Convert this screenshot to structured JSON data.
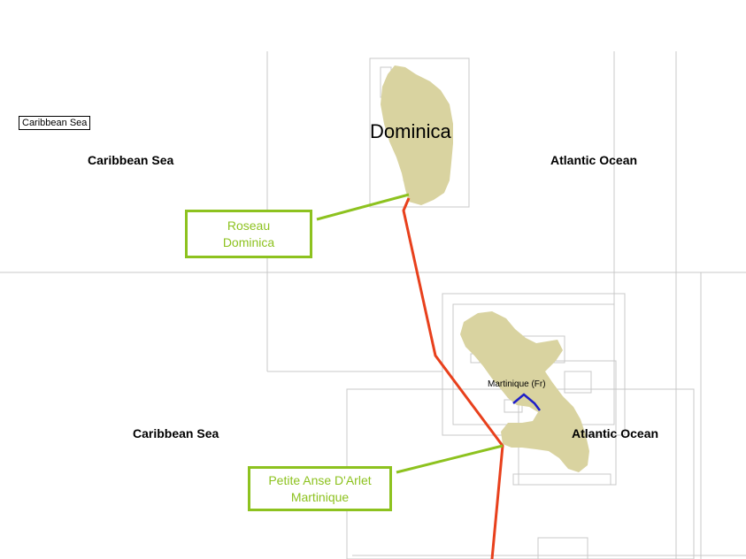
{
  "labels": {
    "caribbean_boxed": "Caribbean Sea",
    "caribbean_north": "Caribbean Sea",
    "caribbean_south": "Caribbean Sea",
    "atlantic_north": "Atlantic Ocean",
    "atlantic_south": "Atlantic Ocean",
    "dominica": "Dominica",
    "martinique": "Martinique (Fr)"
  },
  "callouts": {
    "roseau": {
      "line1": "Roseau",
      "line2": "Dominica"
    },
    "petite_anse": {
      "line1": "Petite Anse D'Arlet",
      "line2": "Martinique"
    }
  },
  "colors": {
    "land": "#d9d3a0",
    "cable": "#e8401c",
    "callout": "#8dc21f",
    "chart_lines": "#c8c8c8",
    "river": "#1e1ec8"
  }
}
